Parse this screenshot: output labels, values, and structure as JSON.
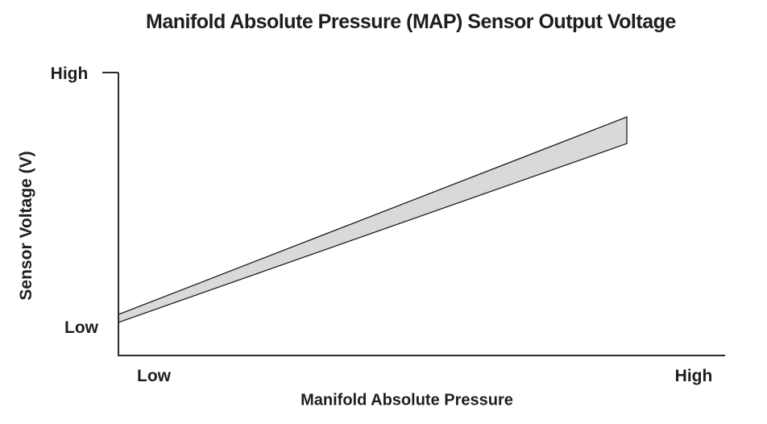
{
  "chart_data": {
    "type": "area",
    "title": "Manifold Absolute Pressure (MAP) Sensor Output Voltage",
    "xlabel": "Manifold Absolute Pressure",
    "ylabel": "Sensor Voltage (V)",
    "x_tick_labels": [
      "Low",
      "High"
    ],
    "y_tick_labels": [
      "Low",
      "High"
    ],
    "x_range": [
      0,
      1
    ],
    "y_range": [
      0,
      1
    ],
    "grid": false,
    "legend": false,
    "band": {
      "name": "sensor-output-tolerance-band",
      "x": [
        0.0,
        0.838
      ],
      "upper": [
        0.145,
        0.843
      ],
      "lower": [
        0.117,
        0.749
      ]
    },
    "colors": {
      "band_fill": "#d9d9d9",
      "band_stroke": "#1e1e1e",
      "axis": "#2a2a2a",
      "text": "#1e1e1e",
      "background": "#ffffff"
    }
  }
}
